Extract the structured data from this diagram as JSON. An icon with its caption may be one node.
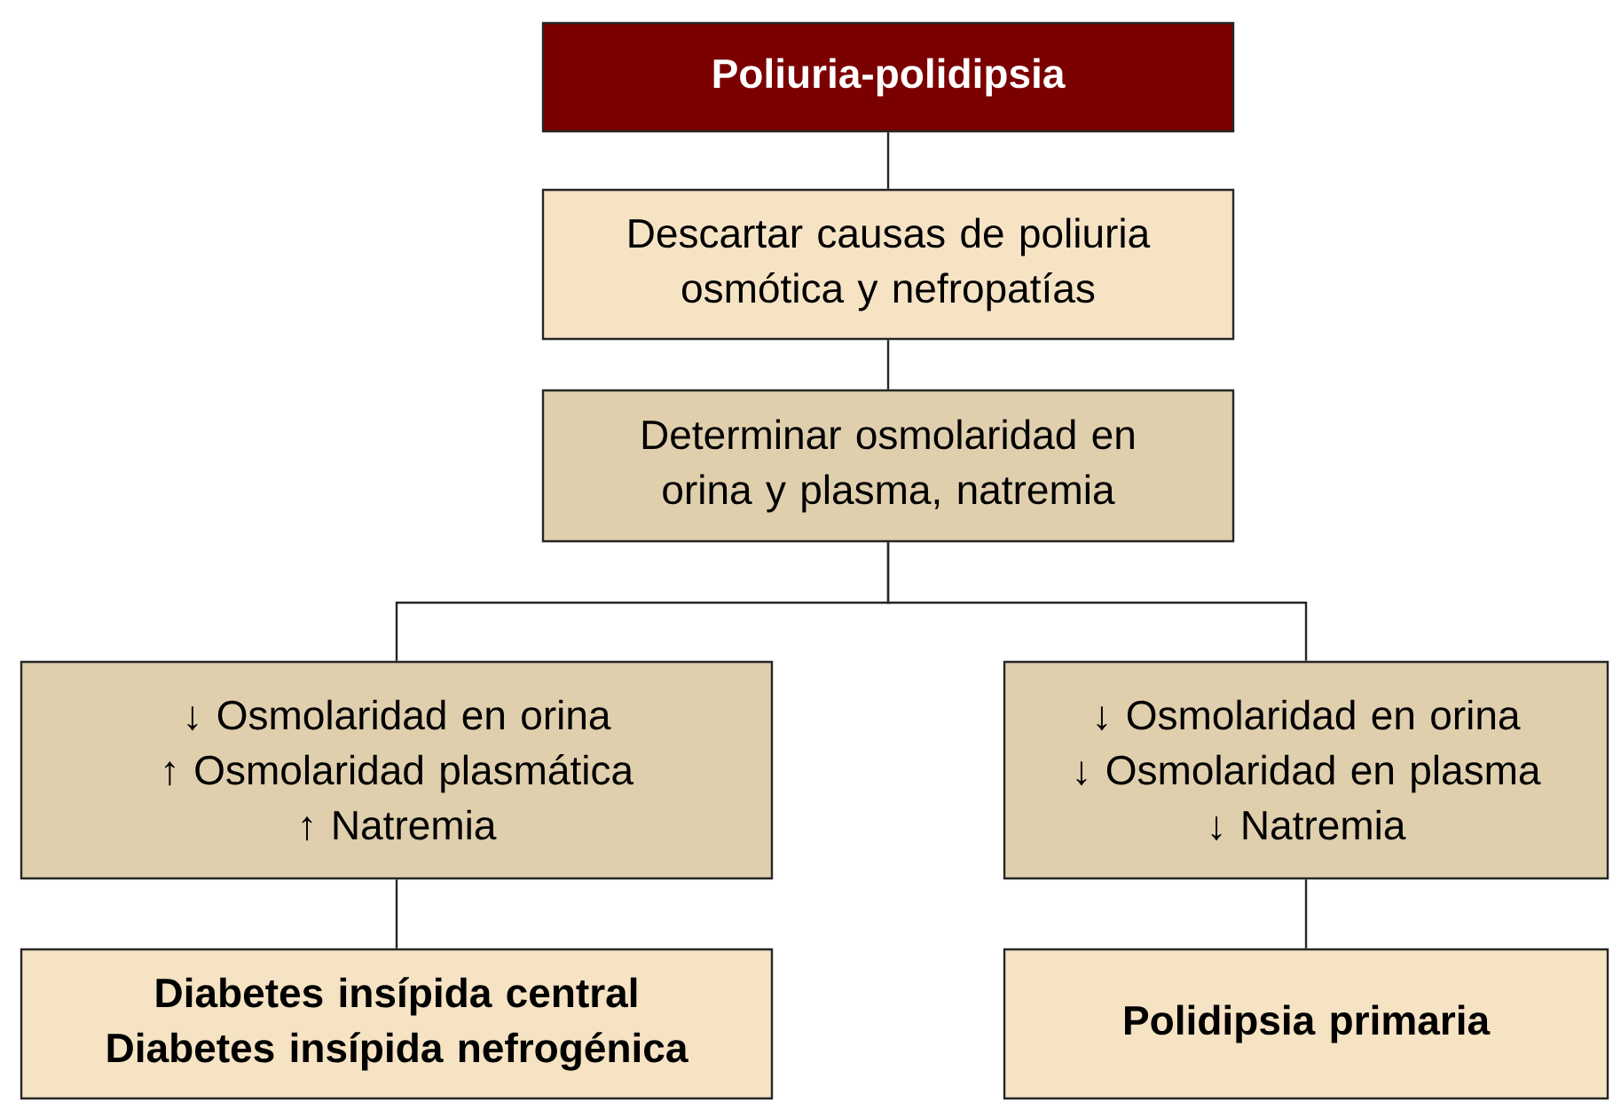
{
  "diagram": {
    "nodes": [
      {
        "text": [
          "Poliuria-polidipsia"
        ]
      },
      {
        "text": [
          "Descartar causas de poliuria osmótica y nefropatías"
        ]
      },
      {
        "text": [
          "Determinar osmolaridad en orina y plasma, natremia"
        ]
      },
      {
        "text": [
          "↓ Osmolaridad en orina",
          "↑ Osmolaridad plasmática",
          "↑ Natremia"
        ]
      },
      {
        "text": [
          "↓ Osmolaridad en orina",
          "↓ Osmolaridad en plasma",
          "↓ Natremia"
        ]
      },
      {
        "text": [
          "Diabetes insípida central",
          "Diabetes insípida nefrogénica"
        ]
      },
      {
        "text": [
          "Polidipsia primaria"
        ]
      }
    ],
    "edges": [
      {
        "from": 0,
        "to": 1,
        "arrow": "none"
      },
      {
        "from": 1,
        "to": 2,
        "arrow": "none"
      },
      {
        "from": 2,
        "to": 3,
        "arrow": "none"
      },
      {
        "from": 2,
        "to": 4,
        "arrow": "none"
      },
      {
        "from": 3,
        "to": 5,
        "arrow": "none"
      },
      {
        "from": 4,
        "to": 6,
        "arrow": "none"
      }
    ]
  }
}
